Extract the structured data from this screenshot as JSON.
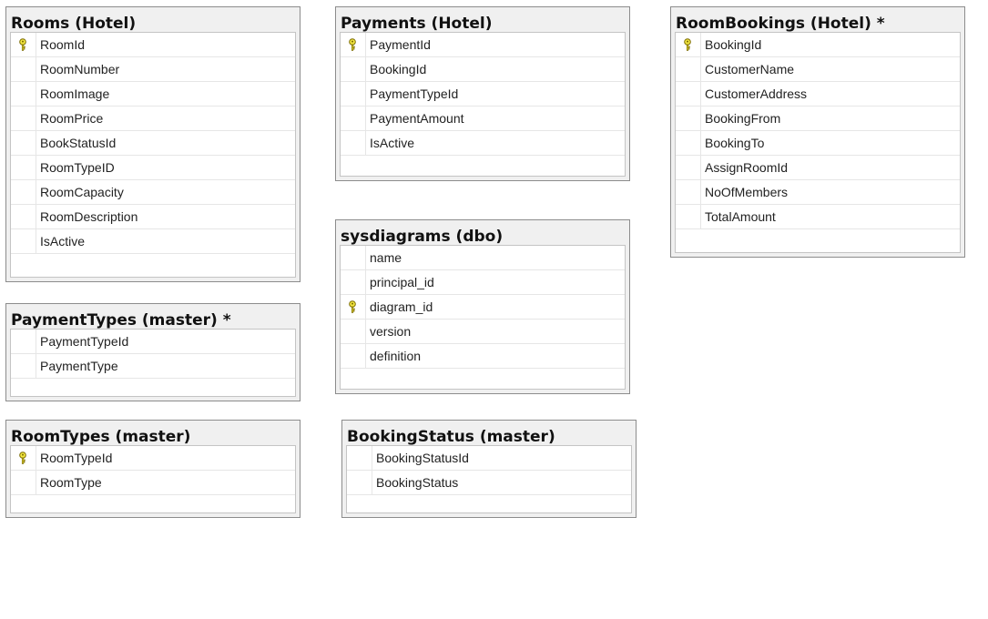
{
  "tables": [
    {
      "title": "Rooms (Hotel)",
      "columns": [
        {
          "name": "RoomId",
          "key": true
        },
        {
          "name": "RoomNumber",
          "key": false
        },
        {
          "name": "RoomImage",
          "key": false
        },
        {
          "name": "RoomPrice",
          "key": false
        },
        {
          "name": "BookStatusId",
          "key": false
        },
        {
          "name": "RoomTypeID",
          "key": false
        },
        {
          "name": "RoomCapacity",
          "key": false
        },
        {
          "name": "RoomDescription",
          "key": false
        },
        {
          "name": "IsActive",
          "key": false
        }
      ]
    },
    {
      "title": "Payments (Hotel)",
      "columns": [
        {
          "name": "PaymentId",
          "key": true
        },
        {
          "name": "BookingId",
          "key": false
        },
        {
          "name": "PaymentTypeId",
          "key": false
        },
        {
          "name": "PaymentAmount",
          "key": false
        },
        {
          "name": "IsActive",
          "key": false
        }
      ]
    },
    {
      "title": "RoomBookings (Hotel) *",
      "columns": [
        {
          "name": "BookingId",
          "key": true
        },
        {
          "name": "CustomerName",
          "key": false
        },
        {
          "name": "CustomerAddress",
          "key": false
        },
        {
          "name": "BookingFrom",
          "key": false
        },
        {
          "name": "BookingTo",
          "key": false
        },
        {
          "name": "AssignRoomId",
          "key": false
        },
        {
          "name": "NoOfMembers",
          "key": false
        },
        {
          "name": "TotalAmount",
          "key": false
        }
      ]
    },
    {
      "title": "sysdiagrams (dbo)",
      "columns": [
        {
          "name": "name",
          "key": false
        },
        {
          "name": "principal_id",
          "key": false
        },
        {
          "name": "diagram_id",
          "key": true
        },
        {
          "name": "version",
          "key": false
        },
        {
          "name": "definition",
          "key": false
        }
      ]
    },
    {
      "title": "PaymentTypes (master) *",
      "columns": [
        {
          "name": "PaymentTypeId",
          "key": false
        },
        {
          "name": "PaymentType",
          "key": false
        }
      ]
    },
    {
      "title": "RoomTypes (master)",
      "columns": [
        {
          "name": "RoomTypeId",
          "key": true
        },
        {
          "name": "RoomType",
          "key": false
        }
      ]
    },
    {
      "title": "BookingStatus (master)",
      "columns": [
        {
          "name": "BookingStatusId",
          "key": false
        },
        {
          "name": "BookingStatus",
          "key": false
        }
      ]
    }
  ],
  "colors": {
    "key_icon_fill": "#f2e640",
    "key_icon_stroke": "#7a6a00"
  }
}
